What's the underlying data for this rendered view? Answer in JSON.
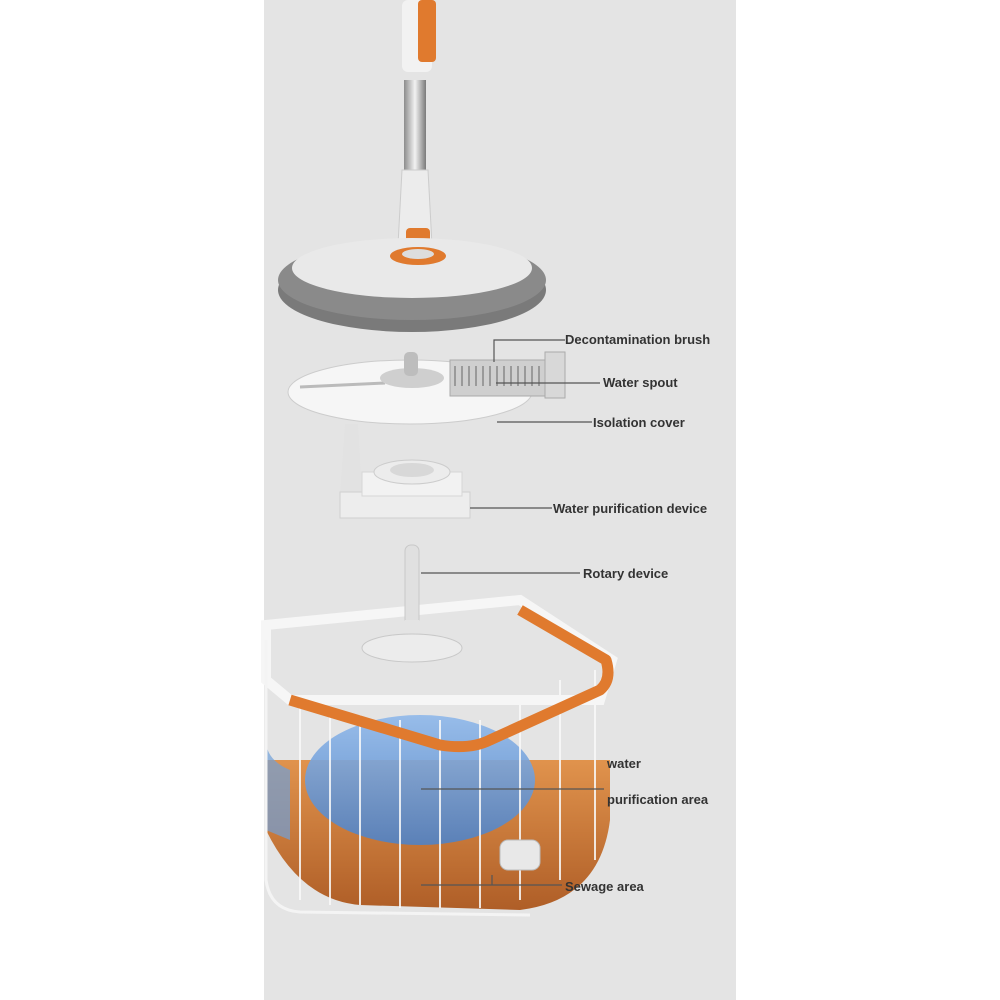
{
  "labels": {
    "decontamination_brush": "Decontamination brush",
    "water_spout": "Water spout",
    "isolation_cover": "Isolation cover",
    "water_purification_device": "Water purification device",
    "rotary_device": "Rotary device",
    "water": "water",
    "purification_area": "purification area",
    "sewage_area": "Sewage area"
  },
  "colors": {
    "accent_orange": "#e07a2e",
    "water_blue": "#6f9fd8",
    "sewage_orange": "#c9661c",
    "pad_gray": "#7a7a7a",
    "background": "#e4e4e4"
  }
}
